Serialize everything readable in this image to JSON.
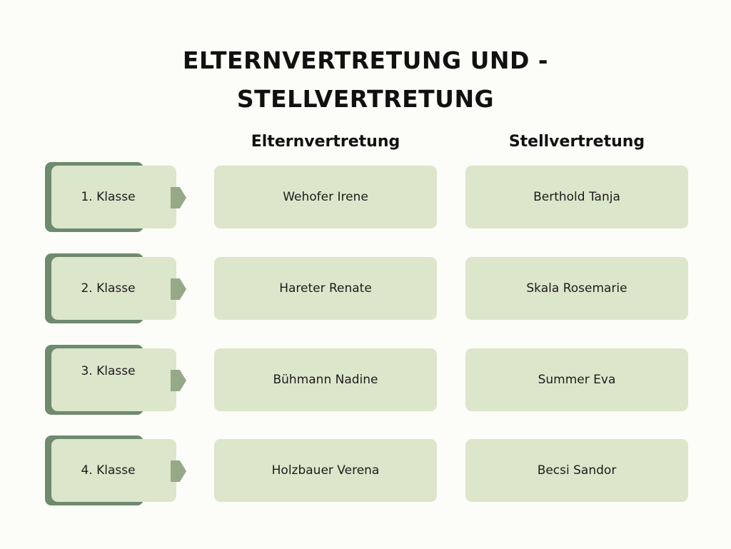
{
  "title_line_1": "ELTERNVERTRETUNG UND -",
  "title_line_2": "STELLVERTRETUNG",
  "columns": {
    "parent": "Elternvertretung",
    "deputy": "Stellvertretung"
  },
  "rows": [
    {
      "klasse": "1. Klasse",
      "parent": "Wehofer Irene",
      "deputy": "Berthold Tanja"
    },
    {
      "klasse": "2. Klasse",
      "parent": "Hareter Renate",
      "deputy": "Skala Rosemarie"
    },
    {
      "klasse": "3. Klasse",
      "parent": "Bühmann Nadine",
      "deputy": "Summer Eva"
    },
    {
      "klasse": "4. Klasse",
      "parent": "Holzbauer Verena",
      "deputy": "Becsi Sandor"
    }
  ],
  "colors": {
    "background": "#fcfcf8",
    "card": "#dce6ca",
    "tab_shadow": "#6f8a6e",
    "arrow": "#95a987"
  }
}
